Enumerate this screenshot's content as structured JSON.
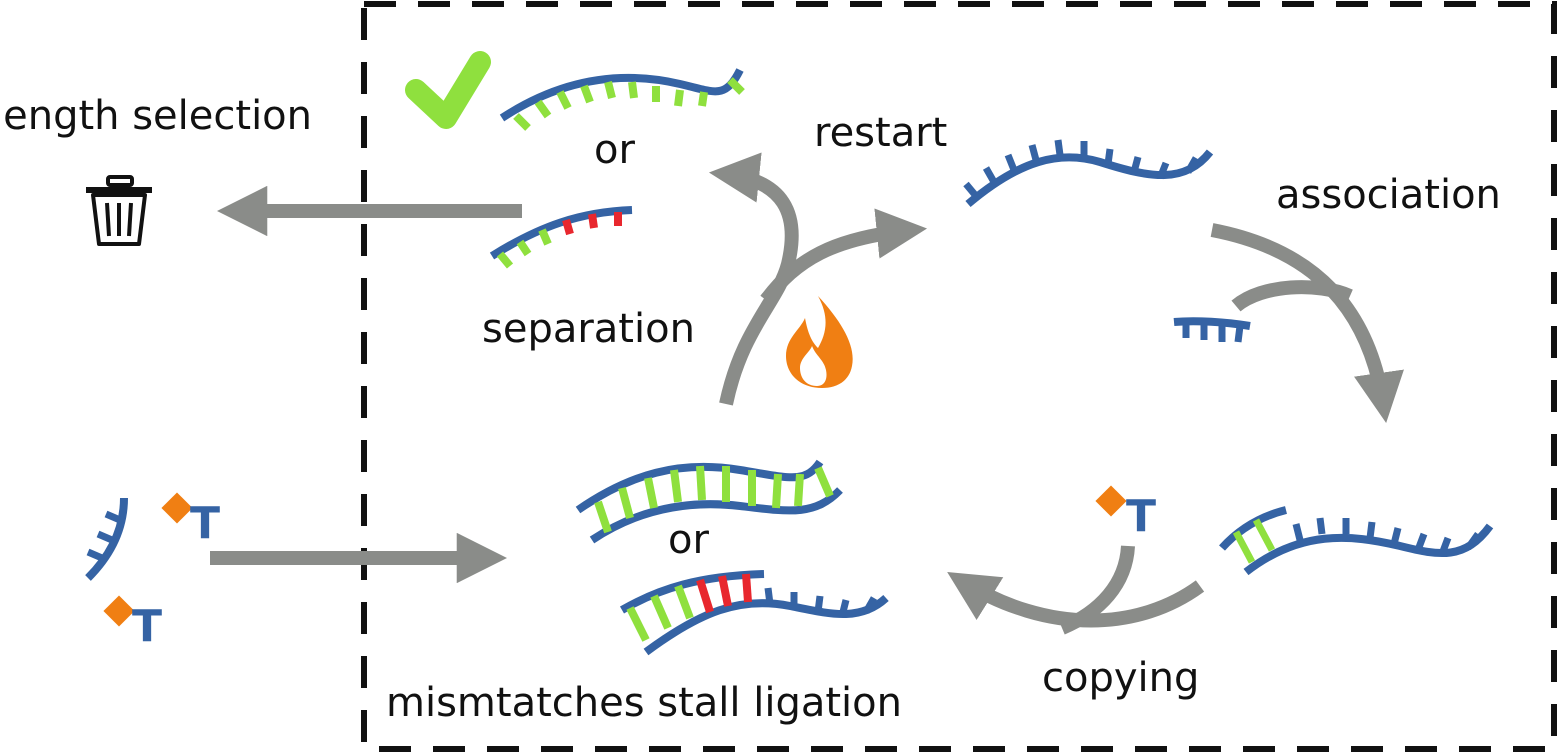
{
  "labels": {
    "length_selection": "length selection",
    "or_top": "or",
    "separation": "separation",
    "restart": "restart",
    "association": "association",
    "or_bottom": "or",
    "mismatches": "mismtatches stall ligation",
    "copying": "copying"
  },
  "monomer_letter": "T",
  "colors": {
    "backbone": "#3563a4",
    "matched_pair": "#8fe03e",
    "mismatched_pair": "#e8272e",
    "process_arrow": "#8a8c89",
    "monomer_marker": "#f07f13",
    "flame": "#f07f13",
    "checkmark": "#8fe03e",
    "boundary": "#111111"
  },
  "icons": {
    "check": "checkmark-icon",
    "discard": "trash-icon",
    "heat": "flame-icon"
  }
}
